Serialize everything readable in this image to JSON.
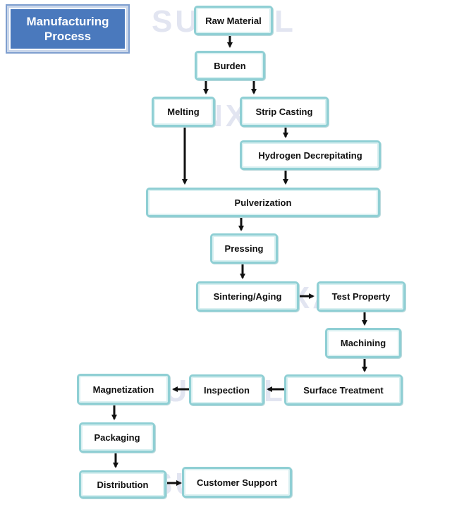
{
  "title": "Manufacturing\nProcess",
  "watermark": "SUNXAL",
  "colors": {
    "title_bg": "#4a79bd",
    "node_border": "#8fcfd4",
    "arrow": "#111111"
  },
  "nodes": {
    "raw_material": "Raw Material",
    "burden": "Burden",
    "melting": "Melting",
    "strip_casting": "Strip Casting",
    "hydrogen_decrepitating": "Hydrogen Decrepitating",
    "pulverization": "Pulverization",
    "pressing": "Pressing",
    "sintering_aging": "Sintering/Aging",
    "test_property": "Test Property",
    "machining": "Machining",
    "surface_treatment": "Surface Treatment",
    "inspection": "Inspection",
    "magnetization": "Magnetization",
    "packaging": "Packaging",
    "distribution": "Distribution",
    "customer_support": "Customer Support"
  },
  "edges": [
    [
      "raw_material",
      "burden"
    ],
    [
      "burden",
      "melting"
    ],
    [
      "burden",
      "strip_casting"
    ],
    [
      "strip_casting",
      "hydrogen_decrepitating"
    ],
    [
      "melting",
      "pulverization"
    ],
    [
      "hydrogen_decrepitating",
      "pulverization"
    ],
    [
      "pulverization",
      "pressing"
    ],
    [
      "pressing",
      "sintering_aging"
    ],
    [
      "sintering_aging",
      "test_property"
    ],
    [
      "test_property",
      "machining"
    ],
    [
      "machining",
      "surface_treatment"
    ],
    [
      "surface_treatment",
      "inspection"
    ],
    [
      "inspection",
      "magnetization"
    ],
    [
      "magnetization",
      "packaging"
    ],
    [
      "packaging",
      "distribution"
    ],
    [
      "distribution",
      "customer_support"
    ]
  ]
}
